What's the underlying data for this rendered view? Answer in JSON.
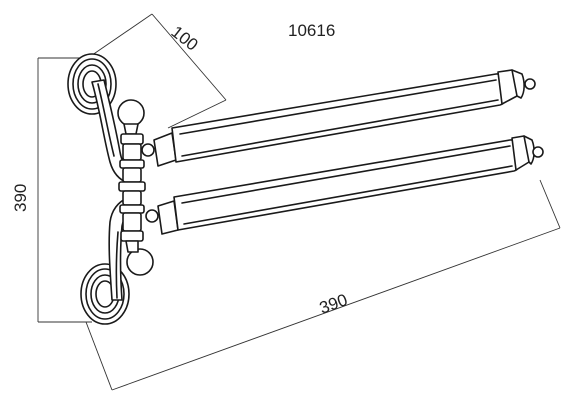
{
  "model_number": "10616",
  "dimensions": {
    "depth": "100",
    "height": "390",
    "length": "390"
  },
  "colors": {
    "line": "#1a1a1a",
    "background": "#ffffff"
  }
}
